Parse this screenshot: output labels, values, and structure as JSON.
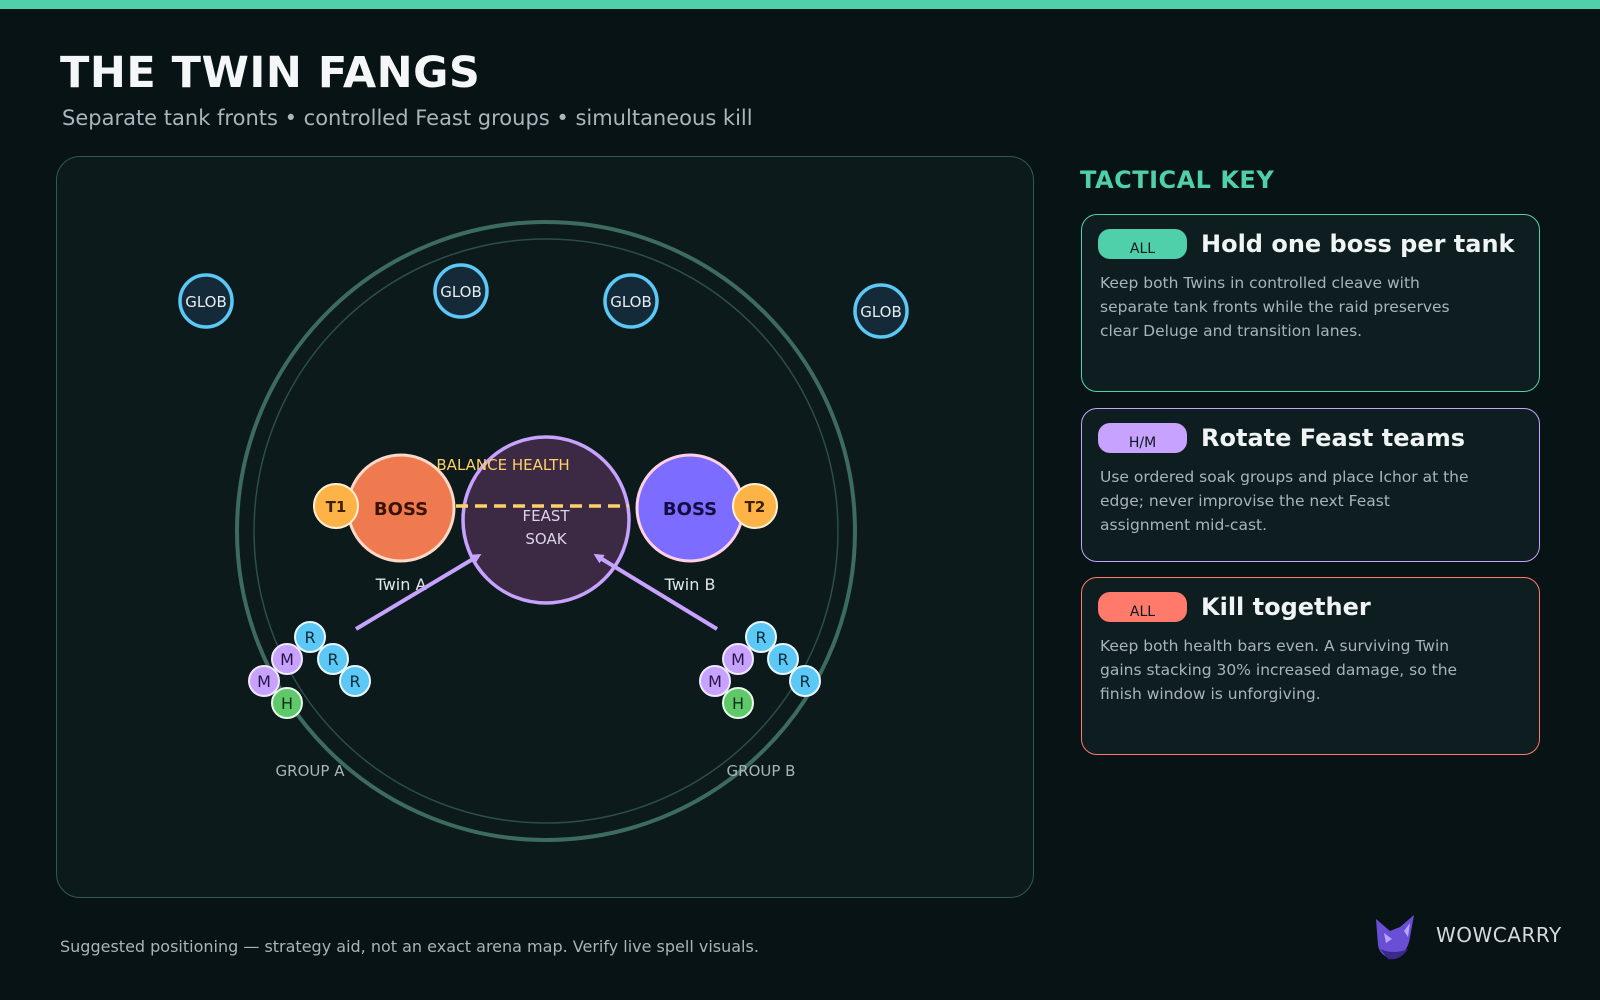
{
  "header": {
    "title": "THE TWIN FANGS",
    "subtitle": "Separate tank fronts • controlled Feast groups • simultaneous kill"
  },
  "arena": {
    "globs": [
      "GLOB",
      "GLOB",
      "GLOB",
      "GLOB"
    ],
    "balance_label": "BALANCE HEALTH",
    "feast_line1": "FEAST",
    "feast_line2": "SOAK",
    "boss_a": {
      "label": "BOSS",
      "name": "Twin A",
      "tank": "T1"
    },
    "boss_b": {
      "label": "BOSS",
      "name": "Twin B",
      "tank": "T2"
    },
    "group_a": {
      "label": "GROUP A",
      "members": [
        "R",
        "M",
        "R",
        "M",
        "R",
        "H"
      ]
    },
    "group_b": {
      "label": "GROUP B",
      "members": [
        "R",
        "M",
        "R",
        "M",
        "R",
        "H"
      ]
    }
  },
  "key": {
    "title": "TACTICAL KEY",
    "cards": [
      {
        "badge": "ALL",
        "title": "Hold one boss per tank",
        "body": "Keep both Twins in controlled cleave with separate tank fronts while the raid preserves clear Deluge and transition lanes."
      },
      {
        "badge": "H/M",
        "title": "Rotate Feast teams",
        "body": "Use ordered soak groups and place Ichor at the edge; never improvise the next Feast assignment mid-cast."
      },
      {
        "badge": "ALL",
        "title": "Kill together",
        "body": "Keep both health bars even. A surviving Twin gains stacking 30% increased damage, so the finish window is unforgiving."
      }
    ]
  },
  "footer": {
    "note": "Suggested positioning — strategy aid, not an exact arena map. Verify live spell visuals.",
    "brand": "WOWCARRY"
  },
  "colors": {
    "accent": "#4fcfaa",
    "healer_mythic": "#c7a2ff",
    "danger": "#ff7a6a",
    "boss_a": "#f07a50",
    "boss_b": "#7c6cff",
    "tank": "#ffb347",
    "ranged": "#5cc8f5",
    "healer": "#5ec86a",
    "glob": "#5cc8f5",
    "balance": "#ffd166"
  },
  "icons": {
    "brand_logo": "fox-logo-icon"
  }
}
